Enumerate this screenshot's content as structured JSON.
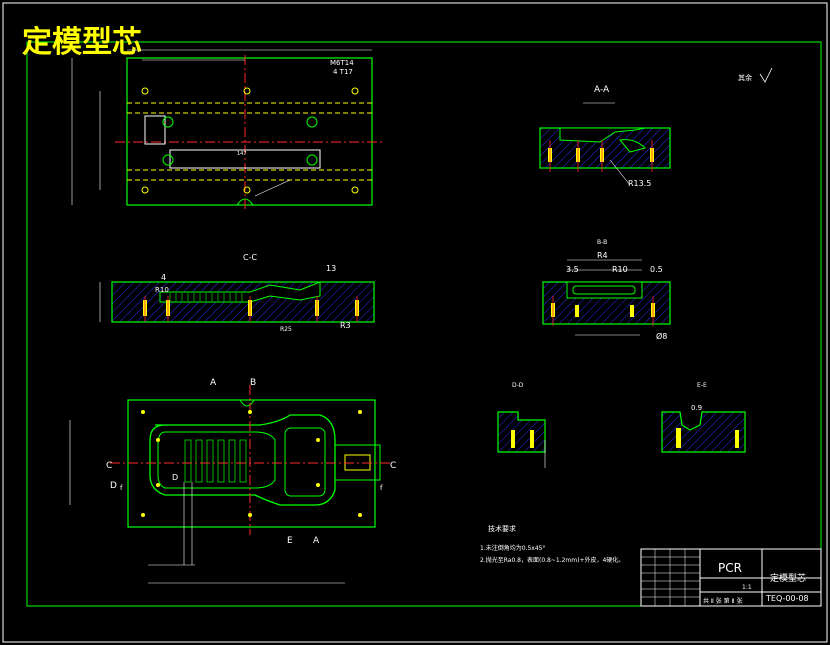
{
  "drawing": {
    "title": "定模型芯",
    "roughness_mark": "其余",
    "tech_req_title": "技术要求",
    "tech_req_1": "1.未注倒角均为0.5x45°",
    "tech_req_2": "2.抛光至Ra0.8，表面(0.8~1.2mm)+外皮，4硬化。",
    "section_labels": {
      "aa": "A-A",
      "bb": "B-B",
      "cc": "C-C",
      "dd": "D-D",
      "ee": "E-E",
      "a1": "A",
      "b1": "B",
      "c_left": "C",
      "c_right": "C",
      "d1": "D",
      "e1": "E",
      "a2": "A",
      "f1": "f",
      "f2": "f",
      "d2": "D"
    },
    "dims": {
      "m6": "M6T14",
      "m6b": "4 T17",
      "r13": "R13.5",
      "r4": "R4",
      "r10": "R10",
      "d35": "3.5",
      "r05": "0.5",
      "r3": "R3",
      "r10b": "R10",
      "d13": "13",
      "d4": "4",
      "r25": "R25",
      "d09": "0.9",
      "d8": "Ø8",
      "d147": "147"
    },
    "title_block": {
      "company": "PCR",
      "part_name": "定模型芯",
      "drawing_no": "TEQ-00-08",
      "scale": "1:1",
      "sheets": "共 Ⅱ 张  第 Ⅱ 张"
    }
  },
  "colors": {
    "outline": "#00ff00",
    "centerline": "#ff2a2a",
    "hatch": "#3030ff",
    "text": "#ffffff",
    "title": "#ffff00",
    "dim": "#ffffff",
    "accent": "#ffff00"
  }
}
